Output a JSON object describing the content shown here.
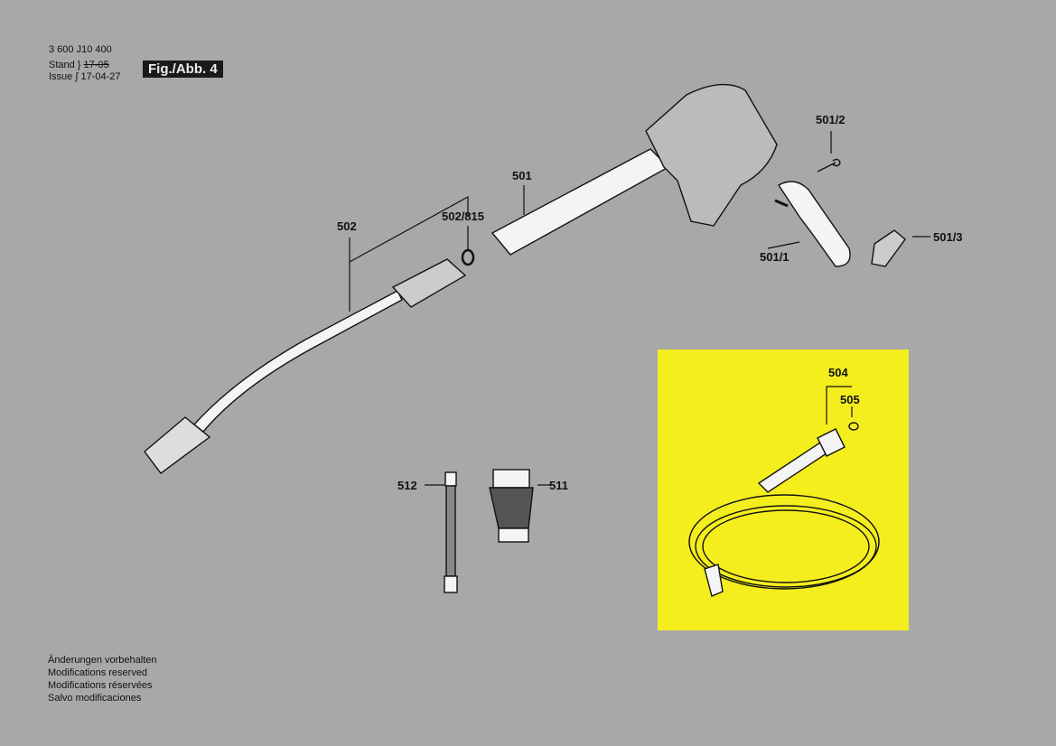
{
  "header": {
    "doc_number": "3 600 J10 400",
    "stand_label": "Stand",
    "issue_label": "Issue",
    "old_date": "17-05",
    "issue_date": "17-04-27",
    "figure_label": "Fig./Abb. 4"
  },
  "parts": {
    "p501": "501",
    "p501_1": "501/1",
    "p501_2": "501/2",
    "p501_3": "501/3",
    "p502": "502",
    "p502_815": "502/815",
    "p504": "504",
    "p505": "505",
    "p511": "511",
    "p512": "512"
  },
  "footer": [
    "Änderungen vorbehalten",
    "Modifications reserved",
    "Modifications réservées",
    "Salvo modificaciones"
  ],
  "colors": {
    "background": "#a8a8a8",
    "highlight": "#f5ee1e"
  }
}
